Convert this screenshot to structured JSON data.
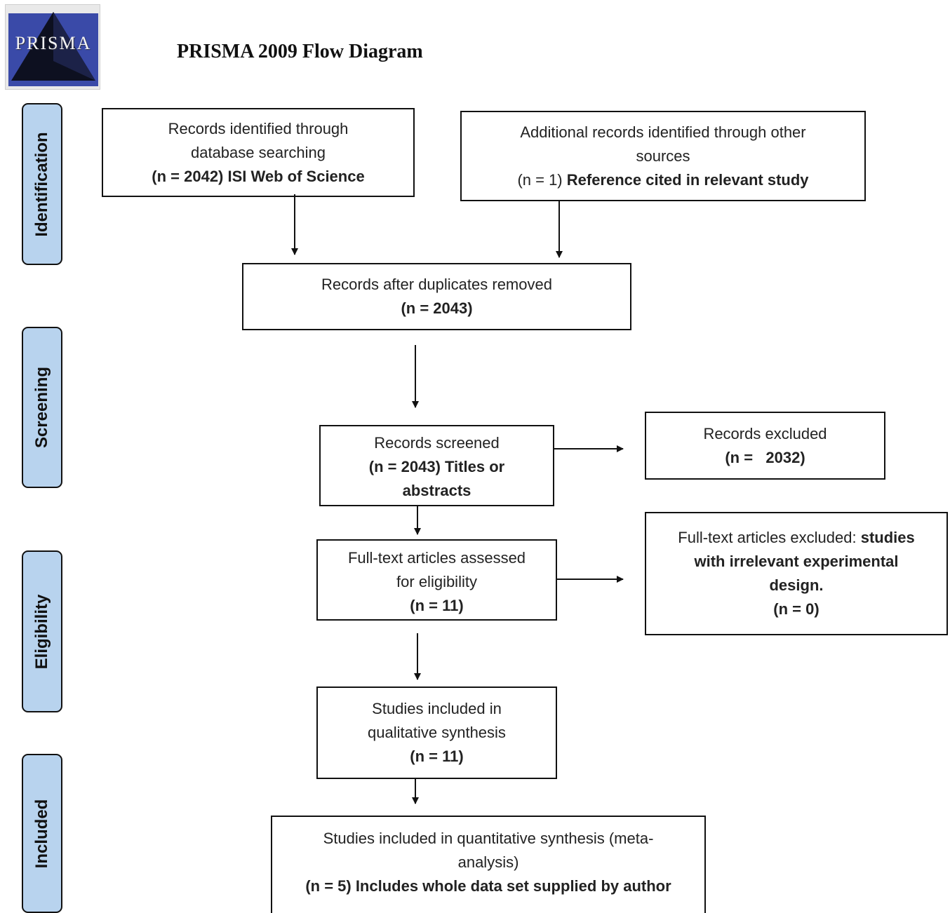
{
  "header": {
    "logo_text": "PRISMA",
    "title": "PRISMA 2009 Flow Diagram"
  },
  "stages": {
    "identification": "Identification",
    "screening": "Screening",
    "eligibility": "Eligibility",
    "included": "Included"
  },
  "boxes": {
    "db_search": {
      "line1": "Records identified through",
      "line2": "database searching",
      "line3": "(n = 2042) ISI Web of Science"
    },
    "other_sources": {
      "line1": "Additional records identified through other",
      "line2": "sources",
      "line3_prefix": "(n = 1) ",
      "line3_bold": "Reference cited in relevant study"
    },
    "after_duplicates": {
      "line1": "Records after duplicates removed",
      "line2": "(n = 2043)"
    },
    "screened": {
      "line1": "Records screened",
      "line2": "(n = 2043) Titles or",
      "line3": "abstracts"
    },
    "excluded": {
      "line1": "Records excluded",
      "line2": "(n =   2032)"
    },
    "fulltext_assessed": {
      "line1": "Full-text articles assessed",
      "line2": "for eligibility",
      "line3": "(n = 11)"
    },
    "fulltext_excluded": {
      "line1_prefix": "Full-text articles excluded: ",
      "line1_bold": "studies",
      "line2": "with irrelevant experimental",
      "line3": "design.",
      "line4": "(n = 0)"
    },
    "qualitative": {
      "line1": "Studies included in",
      "line2": "qualitative synthesis",
      "line3": "(n = 11)"
    },
    "quantitative": {
      "line1": "Studies included in quantitative synthesis (meta-",
      "line2": "analysis)",
      "line3": "(n = 5) Includes whole data set supplied by author"
    }
  }
}
